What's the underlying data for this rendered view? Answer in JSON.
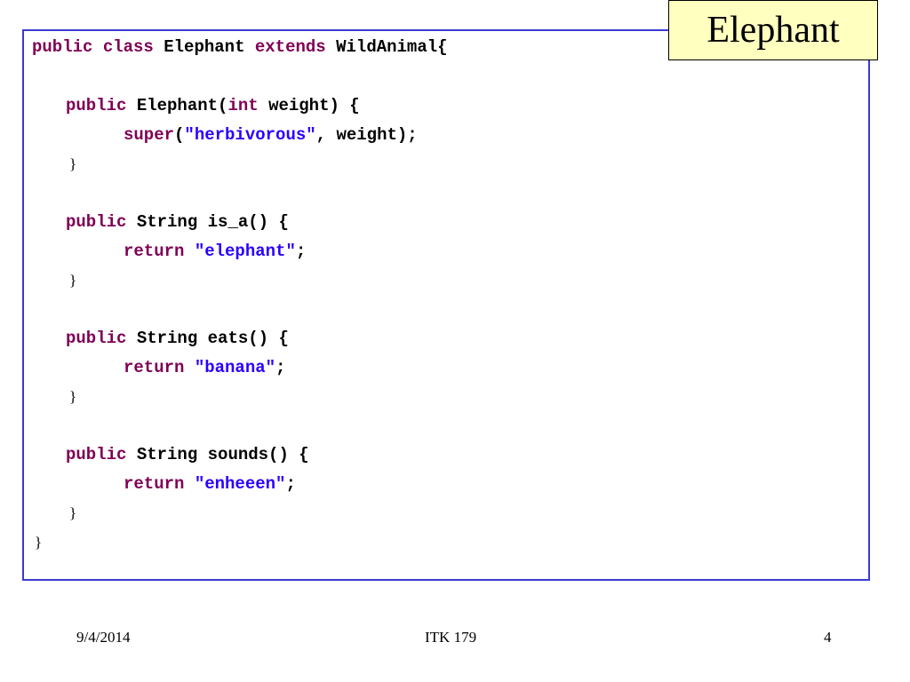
{
  "slide_title": "Elephant",
  "code": {
    "l1": {
      "kw1": "public",
      "kw2": "class",
      "t1": "Elephant",
      "kw3": "extends",
      "t2": "WildAnimal{"
    },
    "l2": {
      "kw1": "public",
      "t1": "Elephant(",
      "kw2": "int",
      "t2": "weight) {"
    },
    "l3": {
      "kw1": "super",
      "t1": "(",
      "s1": "\"herbivorous\"",
      "t2": ", weight);"
    },
    "l4": {
      "t1": "}"
    },
    "l5": {
      "kw1": "public",
      "t1": "String is_a() {"
    },
    "l6": {
      "kw1": "return",
      "s1": "\"elephant\"",
      "t1": ";"
    },
    "l7": {
      "t1": "}"
    },
    "l8": {
      "kw1": "public",
      "t1": "String eats() {"
    },
    "l9": {
      "kw1": "return",
      "s1": "\"banana\"",
      "t1": ";"
    },
    "l10": {
      "t1": "}"
    },
    "l11": {
      "kw1": "public",
      "t1": "String sounds() {"
    },
    "l12": {
      "kw1": "return",
      "s1": "\"enheeen\"",
      "t1": ";"
    },
    "l13": {
      "t1": "}"
    },
    "l14": {
      "t1": "}"
    }
  },
  "footer": {
    "date": "9/4/2014",
    "course": "ITK 179",
    "page": "4"
  }
}
